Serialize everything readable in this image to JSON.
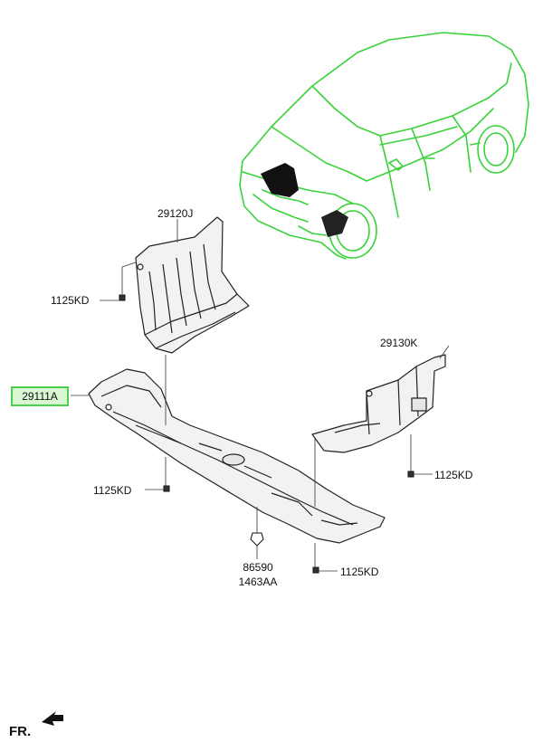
{
  "parts": {
    "highlighted": "29111A",
    "upper_cover": "29120J",
    "right_cover": "29130K",
    "bolt": "1125KD",
    "clip_a": "86590",
    "clip_b": "1463AA"
  },
  "direction_label": "FR.",
  "colors": {
    "highlight_border": "#4ccf4c",
    "highlight_fill": "#d9f7d2",
    "car_outline": "#39d239"
  }
}
